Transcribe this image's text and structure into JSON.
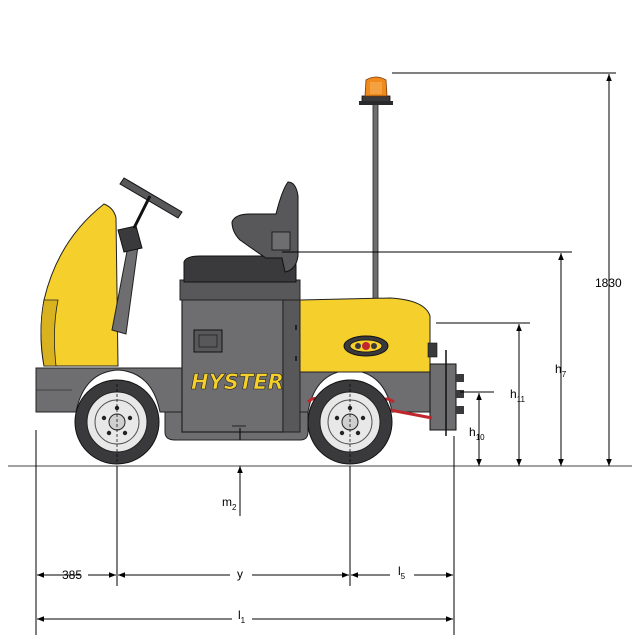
{
  "vehicle": {
    "brand": "HYSTER"
  },
  "colors": {
    "body_yellow": "#f5cf2c",
    "body_gray": "#6e6e70",
    "dark_gray": "#3a3a3c",
    "beacon_orange": "#f08a1c",
    "accent_red": "#c0262c"
  },
  "dimensions": {
    "overall_height": "1830",
    "h7": {
      "main": "h",
      "sub": "7"
    },
    "h11": {
      "main": "h",
      "sub": "11"
    },
    "h10": {
      "main": "h",
      "sub": "10"
    },
    "m2": {
      "main": "m",
      "sub": "2"
    },
    "front_overhang": "385",
    "wheelbase": "y",
    "l5": {
      "main": "l",
      "sub": "5"
    },
    "l1": {
      "main": "l",
      "sub": "1"
    }
  }
}
